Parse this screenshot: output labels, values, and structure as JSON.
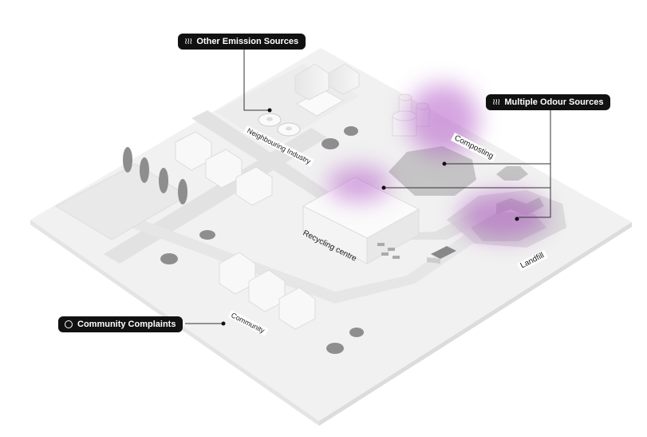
{
  "callouts": {
    "other_emission": {
      "label": "Other Emission Sources",
      "icon": "heat-waves-icon"
    },
    "odour": {
      "label": "Multiple Odour Sources",
      "icon": "heat-waves-icon"
    },
    "complaints": {
      "label": "Community Complaints",
      "icon": "person-circle-icon"
    }
  },
  "areas": {
    "industry": "Neighbouring Industry",
    "composting": "Composting",
    "recycling": "Recycling centre",
    "landfill": "Landfill",
    "community": "Community"
  },
  "colors": {
    "odour_plume": "#b45cc8",
    "callout_bg": "#111111",
    "ground": "#f0f0f0"
  }
}
